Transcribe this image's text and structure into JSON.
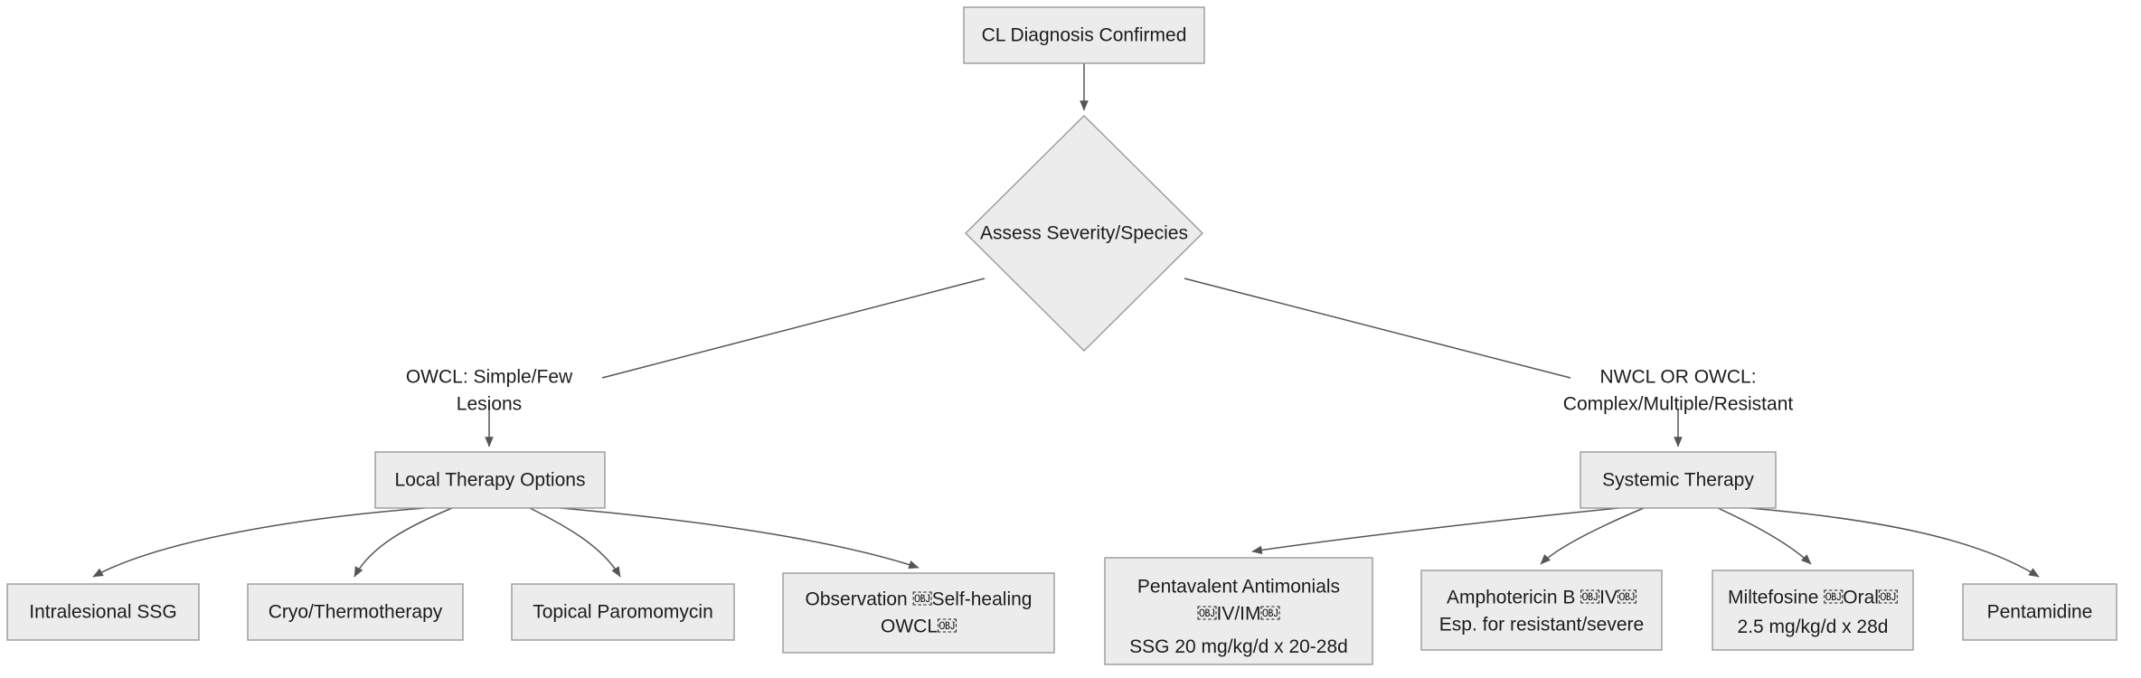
{
  "diagram": {
    "type": "flowchart",
    "title": "Cutaneous Leishmaniasis Treatment Decision Flowchart",
    "orientation": "top-down",
    "theme": {
      "node_fill": "#ececec",
      "node_stroke": "#999999",
      "edge_stroke": "#555555",
      "text_color": "#1c1c1c",
      "background": "#ffffff"
    }
  },
  "nodes": {
    "root": {
      "label": "CL Diagnosis Confirmed",
      "shape": "rect"
    },
    "decision": {
      "label": "Assess Severity/Species",
      "shape": "diamond"
    },
    "local_therapy": {
      "label": "Local Therapy Options",
      "shape": "rect"
    },
    "systemic_therapy": {
      "label": "Systemic Therapy",
      "shape": "rect"
    },
    "intralesional_ssg": {
      "label": "Intralesional SSG",
      "shape": "rect"
    },
    "cryo": {
      "label": "Cryo/Thermotherapy",
      "shape": "rect"
    },
    "paromomycin": {
      "label": "Topical Paromomycin",
      "shape": "rect"
    },
    "observation": {
      "line1": "Observation ￼Self-healing",
      "line2": "OWCL￼",
      "shape": "rect"
    },
    "antimonials": {
      "line1": "Pentavalent Antimonials",
      "line2": "￼IV/IM￼",
      "line3_prefix": "SSG ",
      "line3_dose": "20 mg/kg/d",
      "line3_mid": " x ",
      "line3_duration": "20-28d",
      "shape": "rect"
    },
    "amphotericin": {
      "line1": "Amphotericin B ￼IV￼",
      "line2": "Esp. for resistant/severe",
      "shape": "rect"
    },
    "miltefosine": {
      "line1": "Miltefosine ￼Oral￼",
      "line2_dose": "2.5 mg/kg/d",
      "line2_mid": " x ",
      "line2_duration": "28d",
      "shape": "rect"
    },
    "pentamidine": {
      "label": "Pentamidine",
      "shape": "rect"
    }
  },
  "edge_labels": {
    "left_branch_line1": "OWCL: Simple/Few",
    "left_branch_line2": "Lesions",
    "right_branch_line1": "NWCL OR OWCL:",
    "right_branch_line2": "Complex/Multiple/Resistant"
  }
}
